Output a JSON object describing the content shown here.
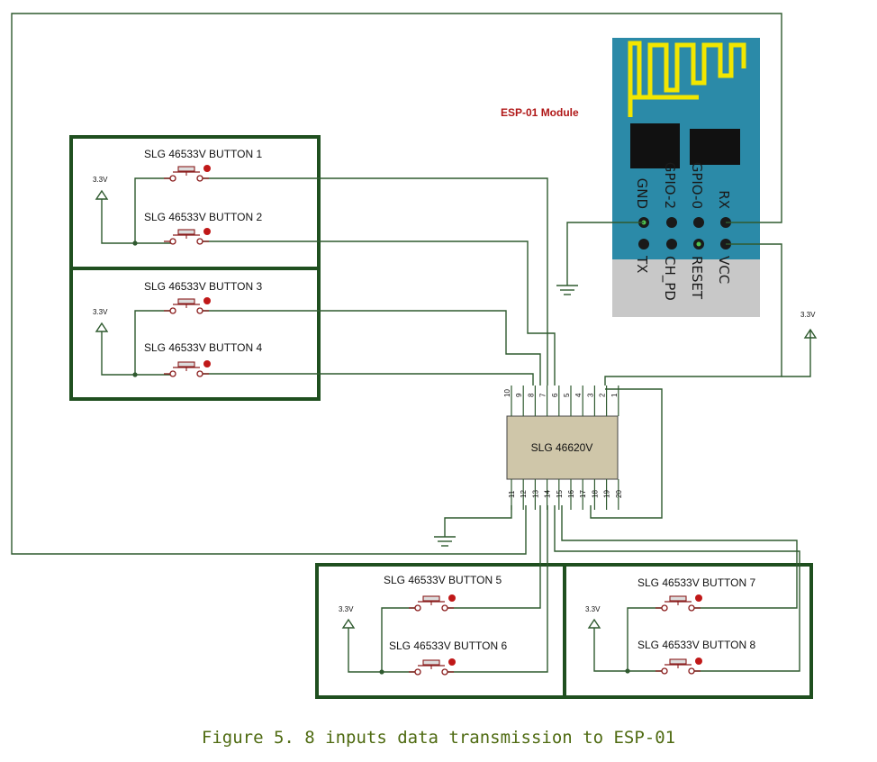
{
  "esp": {
    "title": "ESP-01 Module",
    "top_pins": [
      "GND",
      "GPIO-2",
      "GPIO-0",
      "RX"
    ],
    "bottom_pins": [
      "TX",
      "CH_PD",
      "RESET",
      "VCC"
    ]
  },
  "buttons": [
    {
      "label": "SLG 46533V BUTTON 1"
    },
    {
      "label": "SLG 46533V BUTTON 2"
    },
    {
      "label": "SLG 46533V BUTTON 3"
    },
    {
      "label": "SLG 46533V BUTTON 4"
    },
    {
      "label": "SLG 46533V BUTTON 5"
    },
    {
      "label": "SLG 46533V BUTTON 6"
    },
    {
      "label": "SLG 46533V BUTTON 7"
    },
    {
      "label": "SLG 46533V BUTTON 8"
    }
  ],
  "supply_label": "3.3V",
  "chip": {
    "label": "SLG 46620V",
    "top_pins": [
      "10",
      "9",
      "8",
      "7",
      "6",
      "5",
      "4",
      "3",
      "2",
      "1"
    ],
    "bottom_pins": [
      "11",
      "12",
      "13",
      "14",
      "15",
      "16",
      "17",
      "18",
      "19",
      "20"
    ]
  },
  "caption": "Figure 5. 8 inputs data transmission to ESP-01",
  "colors": {
    "wire": "#2f5a2f",
    "box": "#1f4f1f",
    "esp_board": "#2b8aa8",
    "esp_antenna": "#f2e600",
    "button_dot": "#c01818",
    "chip_fill": "#cfc6a9",
    "caption": "#4f6b12"
  }
}
